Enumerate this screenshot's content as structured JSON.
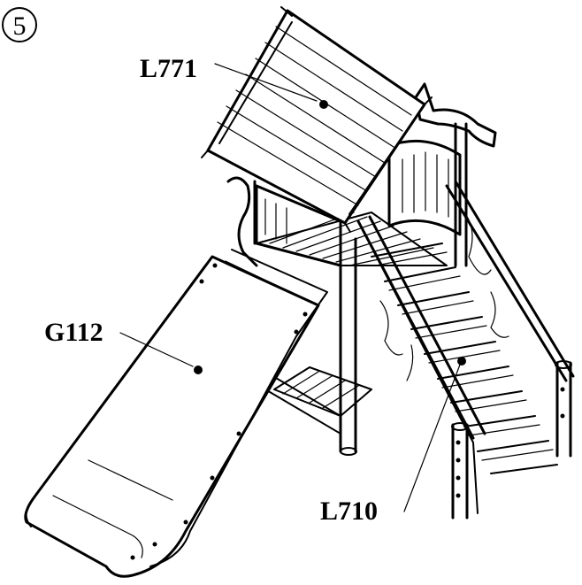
{
  "step_number": "5",
  "parts": [
    {
      "code": "L771",
      "name": "roof-panel"
    },
    {
      "code": "G112",
      "name": "slide"
    },
    {
      "code": "L710",
      "name": "staircase"
    }
  ],
  "colors": {
    "ink": "#000000",
    "paper": "#ffffff"
  }
}
